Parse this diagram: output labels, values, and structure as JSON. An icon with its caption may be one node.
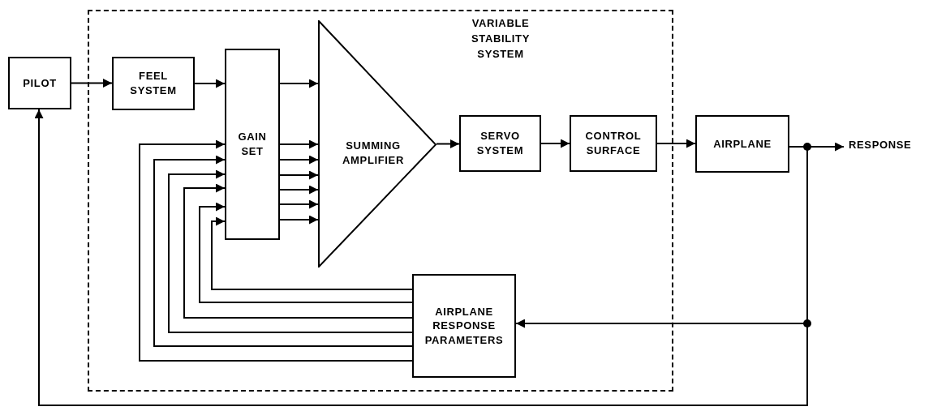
{
  "diagram": {
    "nodes": [
      {
        "text": [
          "VARIABLE STABILITY SYSTEM"
        ]
      },
      {
        "text": [
          "PILOT"
        ]
      },
      {
        "text": [
          "FEEL SYSTEM"
        ],
        "in": 0
      },
      {
        "text": [
          "GAIN SET"
        ],
        "in": 0
      },
      {
        "text": [
          "SUMMING AMPLIFIER"
        ],
        "in": 0
      },
      {
        "text": [
          "SERVO SYSTEM"
        ],
        "in": 0
      },
      {
        "text": [
          "CONTROL SURFACE"
        ],
        "in": 0
      },
      {
        "text": [
          "AIRPLANE"
        ]
      },
      {
        "text": [
          "AIRPLANE RESPONSE PARAMETERS"
        ],
        "in": 0
      },
      {
        "text": [
          "RESPONSE"
        ]
      }
    ],
    "edges": [
      {
        "from": 1,
        "to": 2,
        "arrow": "to"
      },
      {
        "from": 2,
        "to": 3,
        "arrow": "to"
      },
      {
        "from": 3,
        "to": 4,
        "arrow": "to"
      },
      {
        "from": 3,
        "to": 4,
        "arrow": "to"
      },
      {
        "from": 3,
        "to": 4,
        "arrow": "to"
      },
      {
        "from": 3,
        "to": 4,
        "arrow": "to"
      },
      {
        "from": 3,
        "to": 4,
        "arrow": "to"
      },
      {
        "from": 3,
        "to": 4,
        "arrow": "to"
      },
      {
        "from": 3,
        "to": 4,
        "arrow": "to"
      },
      {
        "from": 8,
        "to": 3,
        "arrow": "to"
      },
      {
        "from": 8,
        "to": 3,
        "arrow": "to"
      },
      {
        "from": 8,
        "to": 3,
        "arrow": "to"
      },
      {
        "from": 8,
        "to": 3,
        "arrow": "to"
      },
      {
        "from": 8,
        "to": 3,
        "arrow": "to"
      },
      {
        "from": 8,
        "to": 3,
        "arrow": "to"
      },
      {
        "from": 4,
        "to": 5,
        "arrow": "to"
      },
      {
        "from": 5,
        "to": 6,
        "arrow": "to"
      },
      {
        "from": 6,
        "to": 7,
        "arrow": "to"
      },
      {
        "from": 7,
        "to": 9,
        "arrow": "to"
      },
      {
        "from": 7,
        "to": 8,
        "arrow": "to"
      },
      {
        "from": 7,
        "to": 1,
        "arrow": "to"
      }
    ]
  }
}
